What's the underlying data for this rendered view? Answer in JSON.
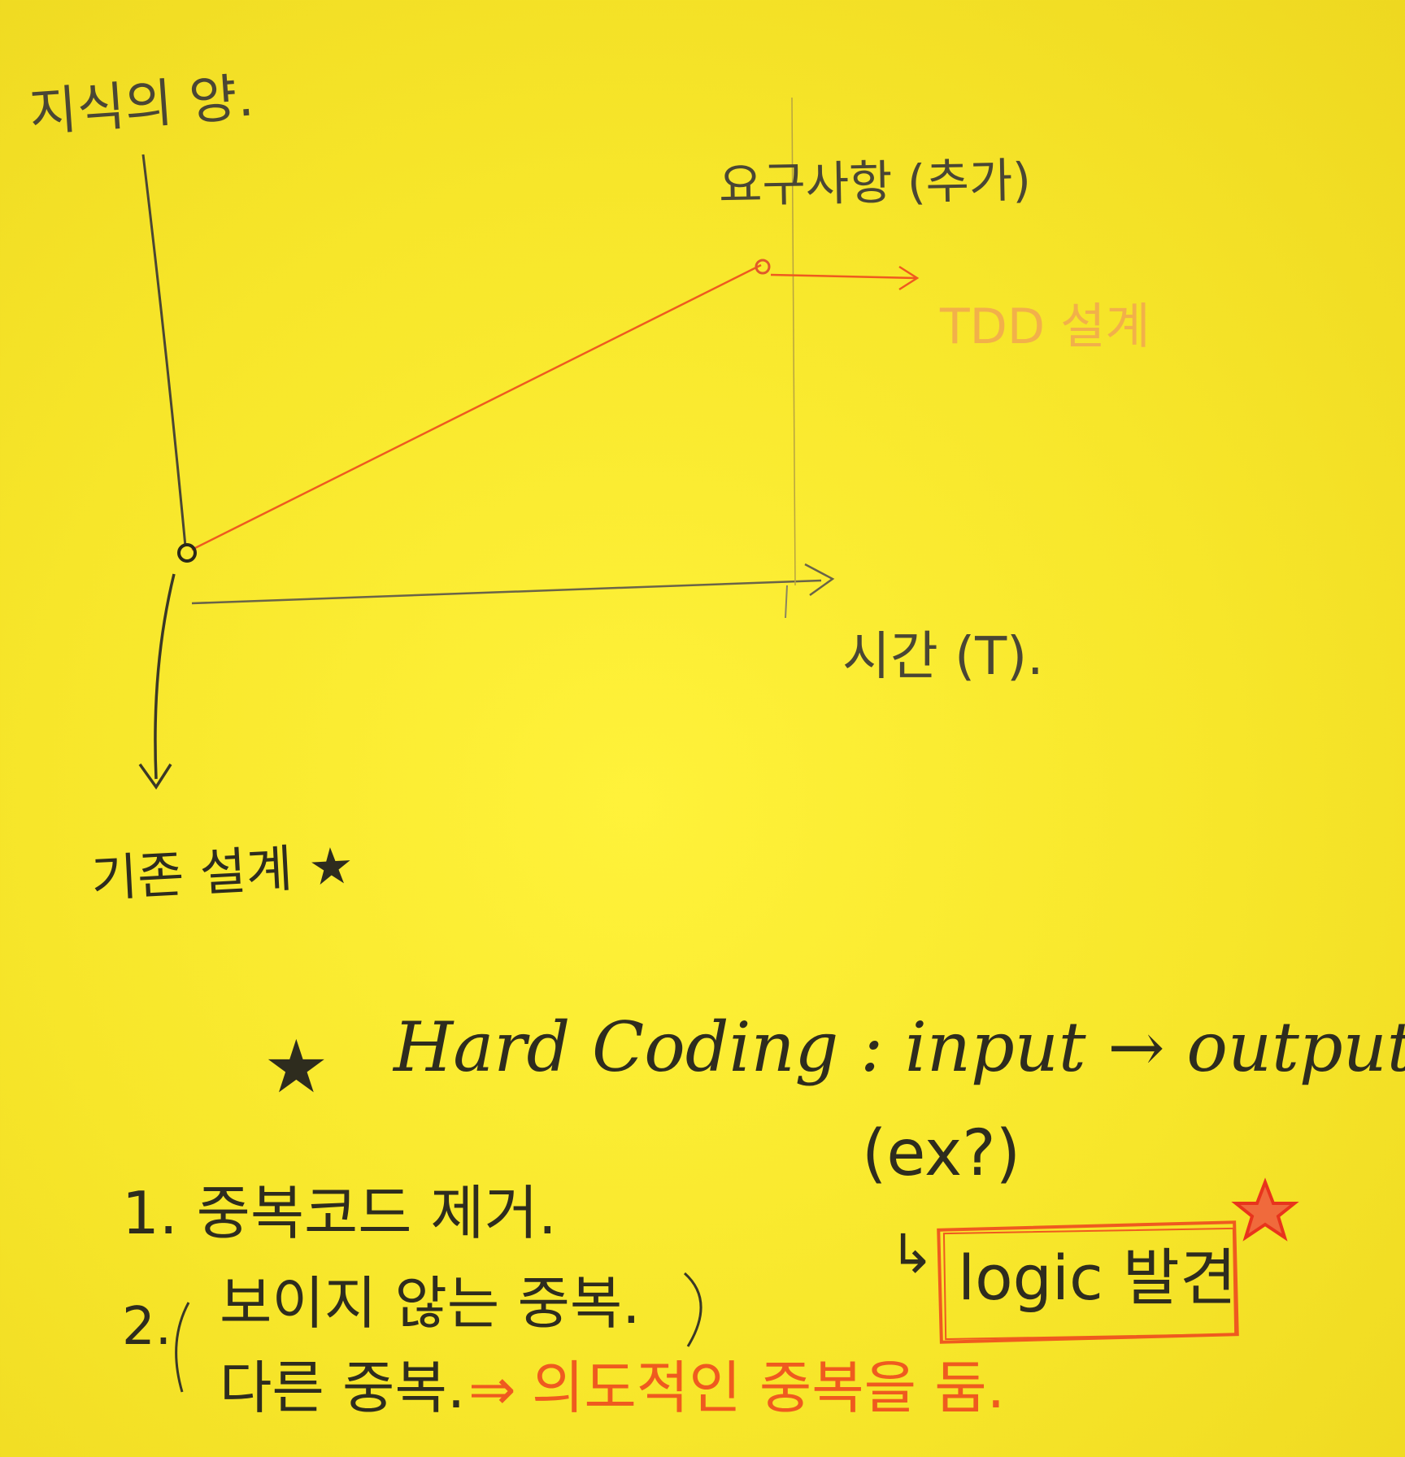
{
  "colors": {
    "paper": "#f7e62a",
    "pencil": "#4a4634",
    "orange": "#ef5a1f",
    "faint_orange": "#f2b04a",
    "star_red": "#e8341c"
  },
  "graph": {
    "y_axis_label": "지식의 양.",
    "x_axis_label": "시간 (T).",
    "requirement_label": "요구사항 (추가)",
    "tdd_label": "TDD 설계",
    "down_arrow_label": "기존 설계 ★"
  },
  "notes": {
    "hard_coding_star": "★",
    "hard_coding_text": "Hard Coding : input → output",
    "example": "(ex?)",
    "logic_arrow": "↳",
    "logic_box_text": "logic 발견",
    "item1": "1. 중복코드 제거.",
    "item2_number": "2.",
    "item2_line1": "보이지 않는 중복.",
    "item2_line2_prefix": "다른 중복.",
    "item2_line2_arrow": "⇒",
    "item2_line2_orange": "의도적인 중복을 둠."
  }
}
